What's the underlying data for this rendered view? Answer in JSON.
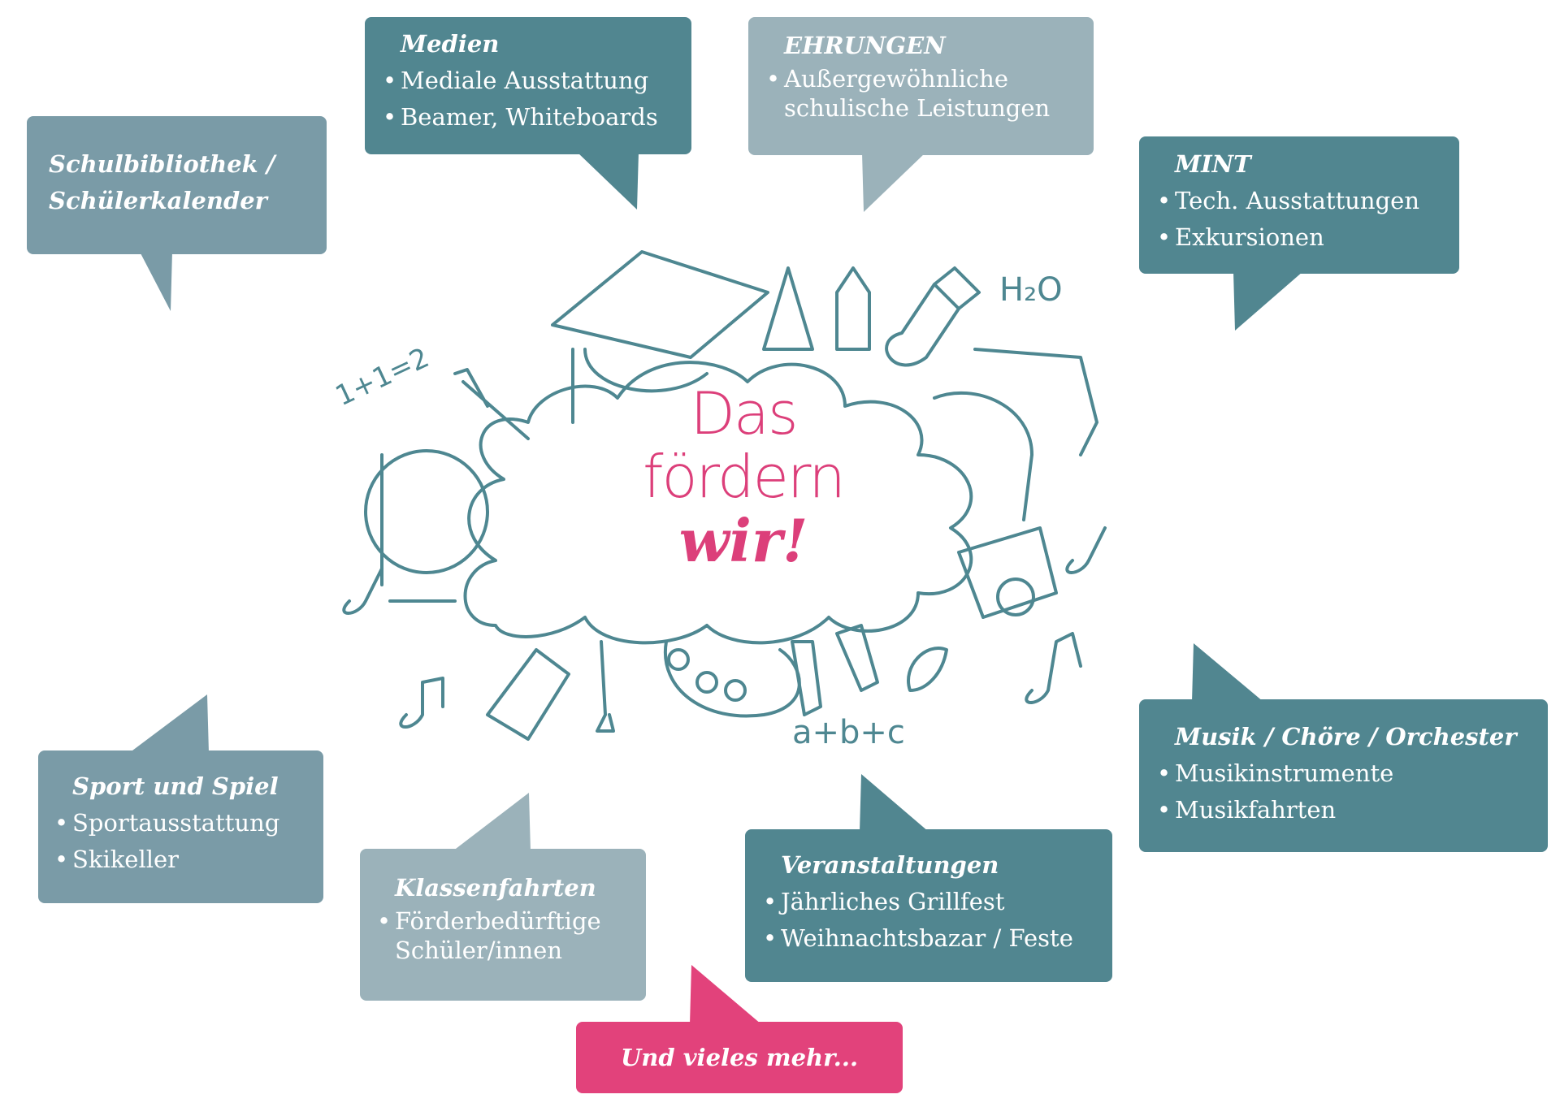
{
  "center": {
    "line1": "Das",
    "line2": "fördern",
    "line3": "wir!"
  },
  "bubbles": {
    "schulbibliothek": {
      "title_line1": "Schulbibliothek /",
      "title_line2": "Schülerkalender",
      "color": "#7a9ba7"
    },
    "medien": {
      "title": "Medien",
      "items": [
        "Mediale Ausstattung",
        "Beamer, Whiteboards"
      ],
      "color": "#518690"
    },
    "ehrungen": {
      "title": "EHRUNGEN",
      "items": [
        "Außergewöhnliche",
        "schulische Leistungen"
      ],
      "color": "#9bb2ba"
    },
    "mint": {
      "title": "MINT",
      "items": [
        "Tech. Ausstattungen",
        "Exkursionen"
      ],
      "color": "#518690"
    },
    "musik": {
      "title": "Musik / Chöre / Orchester",
      "items": [
        "Musikinstrumente",
        "Musikfahrten"
      ],
      "color": "#518690"
    },
    "veranstaltungen": {
      "title": "Veranstaltungen",
      "items": [
        "Jährliches Grillfest",
        "Weihnachtsbazar / Feste"
      ],
      "color": "#518690"
    },
    "sport": {
      "title": "Sport und Spiel",
      "items": [
        "Sportausstattung",
        "Skikeller"
      ],
      "color": "#7a9ba7"
    },
    "klassenfahrten": {
      "title": "Klassenfahrten",
      "items": [
        "Förderbedürftige",
        "Schüler/innen"
      ],
      "color": "#9bb2ba"
    },
    "mehr": {
      "title": "Und vieles mehr...",
      "color": "#e2427b"
    }
  },
  "doodles": {
    "eq1": "1+1=2",
    "eq2": "H₂O",
    "eq3": "a+b+c"
  },
  "bullet": "•"
}
